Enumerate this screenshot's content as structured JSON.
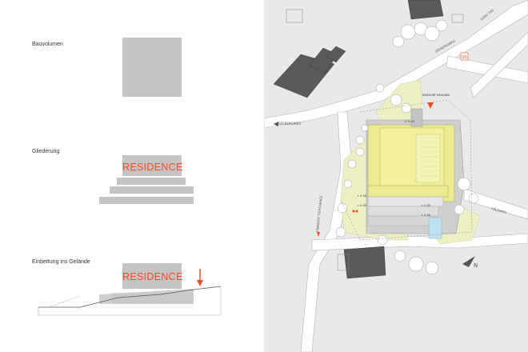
{
  "diagrams": {
    "volume_label": "Bauvolumen",
    "structure_label": "Gliederung",
    "terrain_label": "Einbettung ins Gelände",
    "building_name": "RESIDENCE"
  },
  "site_plan": {
    "street_labels": {
      "top_right": "DORF-TAG",
      "right_upper": "SEEBERGWEG",
      "left": "SEEBERGWEG",
      "right_lower": "FELDWEG",
      "left_vertical": "EINFAHRT TIEFGARAGE"
    },
    "entrance_label": "EINFAHRT EINGANG",
    "level_marks": [
      "± 0.00",
      "+ 0.00",
      "+ 0.00",
      "+ 0.00",
      "+ 0.00"
    ],
    "road_marker": "10"
  },
  "colors": {
    "accent": "#ef4e23",
    "building_gray": "#c4c4c4",
    "building_yellow": "#ecec7c",
    "green_area": "#eef0c4",
    "neighbor_dark": "#555555",
    "map_background": "#e9e9e9"
  }
}
